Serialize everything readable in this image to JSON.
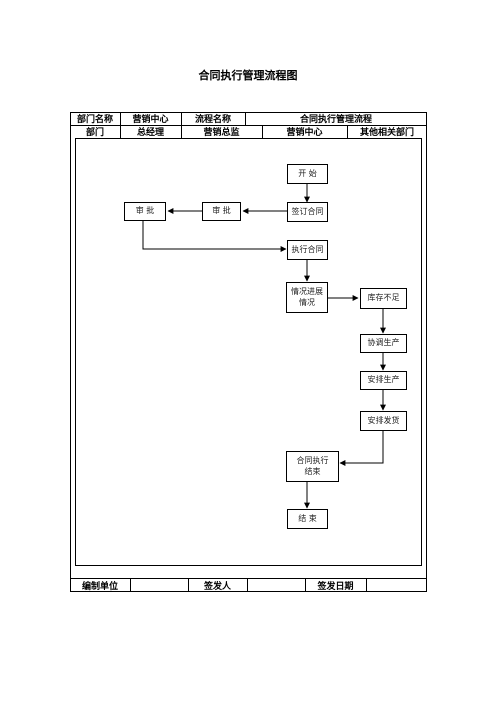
{
  "title": "合同执行管理流程图",
  "header": {
    "dept_name_label": "部门名称",
    "dept_name_value": "营销中心",
    "process_name_label": "流程名称",
    "process_name_value": "合同执行管理流程"
  },
  "columns": [
    "部门",
    "总经理",
    "营销总监",
    "营销中心",
    "其他相关部门"
  ],
  "flow": {
    "start": "开  始",
    "approve_gm": "审  批",
    "approve_director": "审  批",
    "sign_contract": "签订合同",
    "execute_contract": "执行合同",
    "progress_status_1": "情况进展",
    "progress_status_2": "情况",
    "stock_shortage": "库存不足",
    "coordinate_production": "协调生产",
    "arrange_production": "安排生产",
    "arrange_shipment": "安排发货",
    "contract_done_1": "合同执行",
    "contract_done_2": "结束",
    "end": "结  束"
  },
  "footer": {
    "unit_label": "编制单位",
    "signer_label": "签发人",
    "date_label": "签发日期"
  }
}
